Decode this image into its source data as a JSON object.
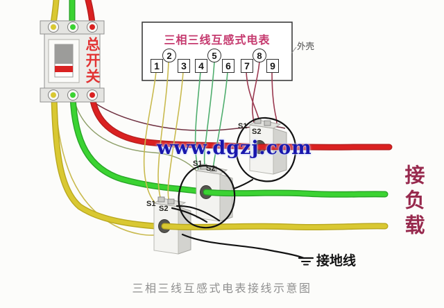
{
  "colors": {
    "phase_a_yellow": "#d9c832",
    "phase_b_green": "#3bd332",
    "phase_c_red": "#da2121",
    "thin_yellow": "#c9ba4e",
    "thin_green": "#4fae6e",
    "thin_dark_red": "#9a3950",
    "maroon_wire": "#6f3040",
    "black_wire": "#121212",
    "meter_title": "#c5396e",
    "breaker_label": "#e23333",
    "load_label": "#97294d",
    "watermark": "#1817ad",
    "caption": "#8f8f8f"
  },
  "breaker": {
    "label": "总开关"
  },
  "meter": {
    "title": "三相三线互感式电表",
    "casing_label": "外壳",
    "terminals": [
      {
        "label": "1",
        "shape": "box"
      },
      {
        "label": "2",
        "shape": "circle"
      },
      {
        "label": "3",
        "shape": "box"
      },
      {
        "label": "4",
        "shape": "box"
      },
      {
        "label": "5",
        "shape": "circle"
      },
      {
        "label": "6",
        "shape": "box"
      },
      {
        "label": "7",
        "shape": "box"
      },
      {
        "label": "8",
        "shape": "circle"
      },
      {
        "label": "9",
        "shape": "box"
      }
    ]
  },
  "cts": [
    {
      "name": "ct-red-phase",
      "s1": "S1",
      "s2": "S2"
    },
    {
      "name": "ct-green-phase",
      "s1": "S1",
      "s2": "S2"
    },
    {
      "name": "ct-yellow-phase",
      "s1": "S1",
      "s2": "S2"
    }
  ],
  "labels": {
    "load": "接负载",
    "ground": "接地线",
    "watermark": "www.dgzj.com",
    "caption": "三相三线互感式电表接线示意图"
  }
}
